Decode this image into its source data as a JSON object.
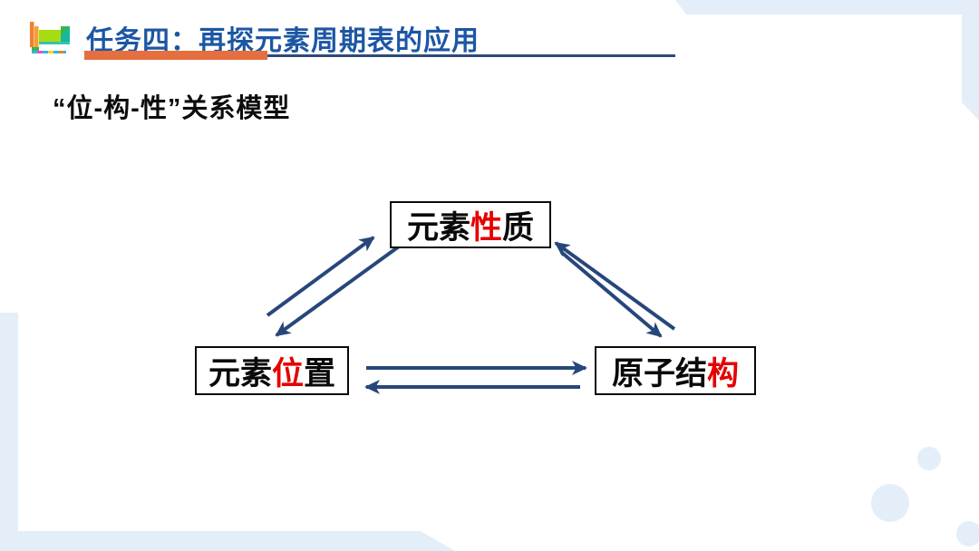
{
  "slide": {
    "header": {
      "icon_name": "periodic-table-icon",
      "title": "任务四：再探元素周期表的应用"
    },
    "subtitle": "“位-构-性”关系模型",
    "diagram": {
      "nodes": {
        "top": {
          "prefix": "元素",
          "highlight": "性",
          "suffix": "质"
        },
        "bottom_left": {
          "prefix": "元素",
          "highlight": "位",
          "suffix": "置"
        },
        "bottom_right": {
          "prefix": "原子结",
          "highlight": "构",
          "suffix": ""
        }
      },
      "edges": [
        {
          "from": "bottom_left",
          "to": "top"
        },
        {
          "from": "top",
          "to": "bottom_left"
        },
        {
          "from": "bottom_right",
          "to": "top"
        },
        {
          "from": "top",
          "to": "bottom_right"
        },
        {
          "from": "bottom_left",
          "to": "bottom_right"
        },
        {
          "from": "bottom_right",
          "to": "bottom_left"
        }
      ]
    },
    "colors": {
      "title_blue": "#1C56A4",
      "underline_orange": "#E56F3E",
      "underline_navy": "#2E4A78",
      "arrow_navy": "#27477B",
      "highlight_red": "#E60000",
      "text_black": "#0A0A0A",
      "decor_light_blue": "#E4EEF8"
    }
  }
}
